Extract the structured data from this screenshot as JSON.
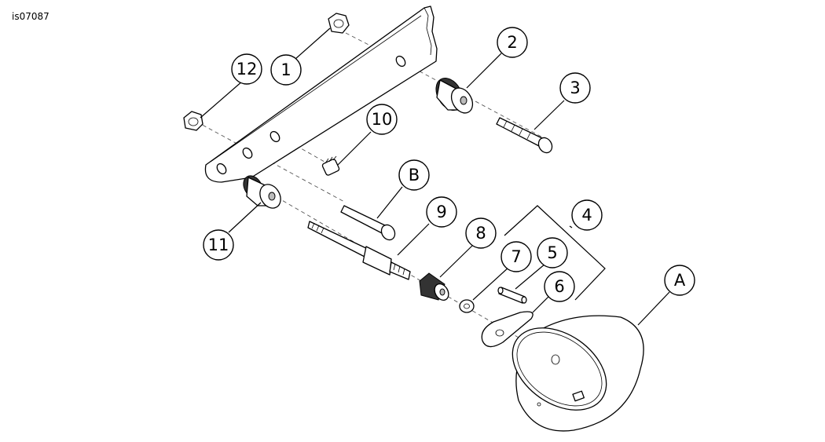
{
  "figure_id": "is07087",
  "callouts": [
    {
      "id": "c1",
      "label": "1"
    },
    {
      "id": "c2",
      "label": "2"
    },
    {
      "id": "c3",
      "label": "3"
    },
    {
      "id": "c4",
      "label": "4"
    },
    {
      "id": "c5",
      "label": "5"
    },
    {
      "id": "c6",
      "label": "6"
    },
    {
      "id": "c7",
      "label": "7"
    },
    {
      "id": "c8",
      "label": "8"
    },
    {
      "id": "c9",
      "label": "9"
    },
    {
      "id": "c10",
      "label": "10"
    },
    {
      "id": "c11",
      "label": "11"
    },
    {
      "id": "c12",
      "label": "12"
    },
    {
      "id": "cA",
      "label": "A"
    },
    {
      "id": "cB",
      "label": "B"
    }
  ]
}
